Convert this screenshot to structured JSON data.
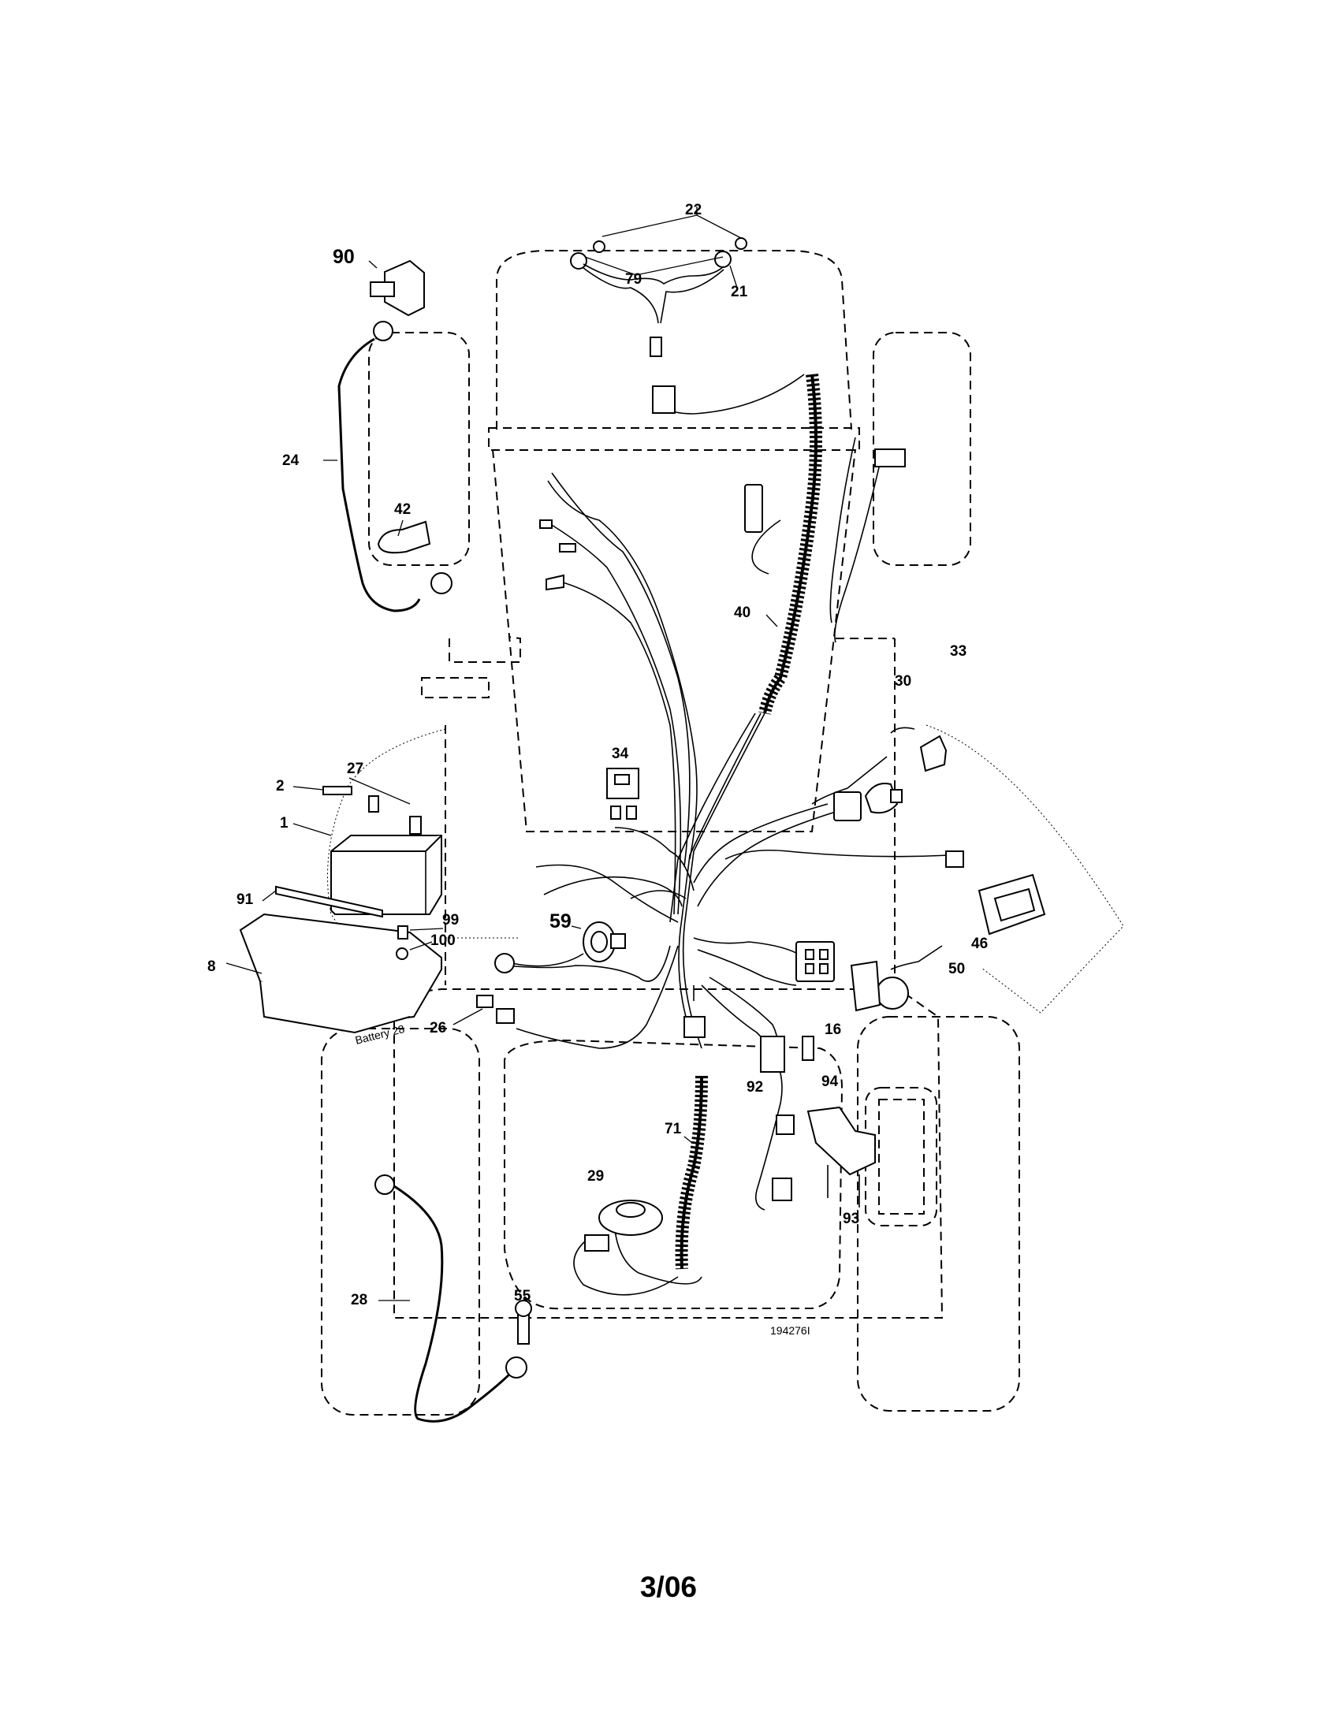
{
  "diagram": {
    "drawing_number": "194276I",
    "battery_text": "Battery",
    "battery_text_ref": "28",
    "callouts": [
      "1",
      "2",
      "8",
      "16",
      "21",
      "22",
      "24",
      "26",
      "27",
      "28",
      "29",
      "30",
      "33",
      "34",
      "40",
      "42",
      "46",
      "50",
      "55",
      "59",
      "71",
      "79",
      "90",
      "91",
      "92",
      "93",
      "94",
      "99",
      "100"
    ]
  },
  "footer": {
    "page_number": "3/06"
  }
}
